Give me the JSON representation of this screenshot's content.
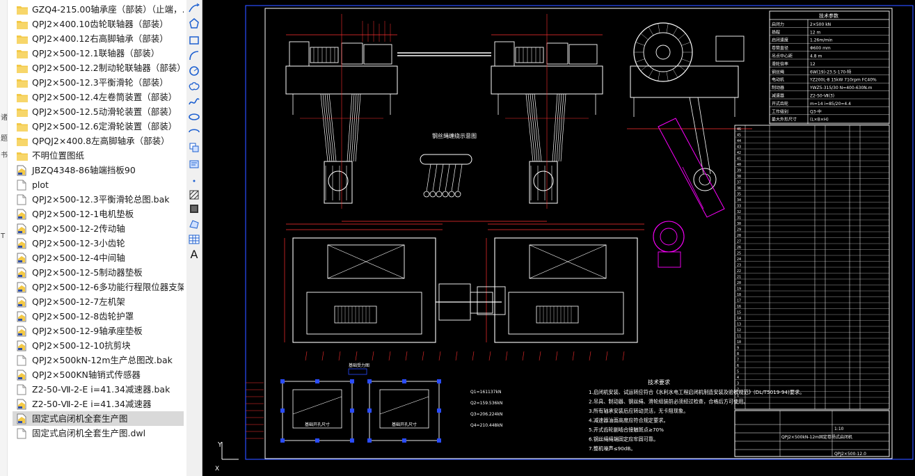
{
  "sidebar": {
    "edge_chars": [
      "诸",
      "题",
      "书",
      "T"
    ],
    "files": [
      {
        "name": "GZQ4-215.00轴承座（部装）（止端，…",
        "type": "folder"
      },
      {
        "name": "QPJ2×400.10齿轮联轴器（部装）",
        "type": "folder"
      },
      {
        "name": "QPJ2×400.12右高脚轴承（部装）",
        "type": "folder"
      },
      {
        "name": "QPJ2×500-12.1联轴器（部装）",
        "type": "folder"
      },
      {
        "name": "QPJ2×500-12.2制动轮联轴器（部装）",
        "type": "folder"
      },
      {
        "name": "QPJ2×500-12.3平衡滑轮（部装）",
        "type": "folder"
      },
      {
        "name": "QPJ2×500-12.4左卷筒装置（部装）",
        "type": "folder"
      },
      {
        "name": "QPJ2×500-12.5动滑轮装置（部装）",
        "type": "folder"
      },
      {
        "name": "QPJ2×500-12.6定滑轮装置（部装）",
        "type": "folder"
      },
      {
        "name": "QPQJ2×400.8左高脚轴承（部装）",
        "type": "folder"
      },
      {
        "name": "不明位置图纸",
        "type": "folder"
      },
      {
        "name": "JBZQ4348-86轴端挡板90",
        "type": "dwg"
      },
      {
        "name": "plot",
        "type": "file"
      },
      {
        "name": "QPJ2×500-12.3平衡滑轮总图.bak",
        "type": "file"
      },
      {
        "name": "QPJ2×500-12-1电机垫板",
        "type": "dwg"
      },
      {
        "name": "QPJ2×500-12-2传动轴",
        "type": "dwg"
      },
      {
        "name": "QPJ2×500-12-3小齿轮",
        "type": "dwg"
      },
      {
        "name": "QPJ2×500-12-4中间轴",
        "type": "dwg"
      },
      {
        "name": "QPJ2×500-12-5制动器垫板",
        "type": "dwg"
      },
      {
        "name": "QPJ2×500-12-6多功能行程限位器支架",
        "type": "dwg"
      },
      {
        "name": "QPJ2×500-12-7左机架",
        "type": "dwg"
      },
      {
        "name": "QPJ2×500-12-8齿轮护罩",
        "type": "dwg"
      },
      {
        "name": "QPJ2×500-12-9轴承座垫板",
        "type": "dwg"
      },
      {
        "name": "QPJ2×500-12-10抗剪块",
        "type": "dwg"
      },
      {
        "name": "QPJ2×500kN-12m生产总图改.bak",
        "type": "file"
      },
      {
        "name": "QPJ2×500KN轴销式传感器",
        "type": "dwg"
      },
      {
        "name": "Z2-50-Ⅶ-2-E i=41.34减速器.bak",
        "type": "file"
      },
      {
        "name": "Z2-50-Ⅶ-2-E i=41.34减速器",
        "type": "dwg"
      },
      {
        "name": "固定式启闭机全套生产图",
        "type": "dwg",
        "selected": true
      },
      {
        "name": "固定式启闭机全套生产图.dwl",
        "type": "file"
      }
    ]
  },
  "toolbar": {
    "tools": [
      "polyline-tool",
      "polygon-tool",
      "rectangle-tool",
      "arc-tool",
      "circle-tool",
      "revision-cloud-tool",
      "spline-tool",
      "ellipse-tool",
      "ellipse-arc-tool",
      "insert-block-tool",
      "make-block-tool",
      "point-tool",
      "hatch-tool",
      "gradient-tool",
      "region-tool",
      "table-tool",
      "text-tool"
    ],
    "text_tool_label": "A"
  },
  "drawing": {
    "colors": {
      "background": "#000000",
      "lines": "#ffffff",
      "dims": "#ff3030",
      "frame": "#2a4cff",
      "magenta": "#ff00ff",
      "yellow": "#ffff44"
    },
    "section_title": "钢丝绳缠绕示意图",
    "load_table_title": "基础受力图",
    "base_caption": "基础开孔尺寸",
    "loads": [
      "Q1=161137kN",
      "Q2=159.536kN",
      "Q3=206.224kN",
      "Q4=210.448kN"
    ],
    "notes_title": "技术要求",
    "notes": [
      "1.启闭机安装、试运转应符合《水利水电工程启闭机制造安装及验收规范》(DL/T5019-94)要求。",
      "2.吊具、制动器、钢丝绳、滑轮组装前必须经过检查，合格后方可使用。",
      "3.所有轴承安装后应转动灵活，无卡阻现象。",
      "4.减速器油面高度应符合规定要求。",
      "5.开式齿轮副啮合接触斑点≥70%",
      "6.钢丝绳绳端固定应牢固可靠。",
      "7.整机噪声≤90dB。"
    ],
    "spec_title": "技术参数",
    "spec_rows": [
      [
        "启闭力",
        "2×500 kN"
      ],
      [
        "扬程",
        "12 m"
      ],
      [
        "启闭速度",
        "1.26m/min"
      ],
      [
        "卷筒直径",
        "Φ600 mm"
      ],
      [
        "吊点中心距",
        "4.8 m"
      ],
      [
        "滑轮倍率",
        "12"
      ],
      [
        "钢丝绳",
        "6W(19)-23.5-170-特"
      ],
      [
        "电动机",
        "YZ200L-8 15kW 710rpm FC40%"
      ],
      [
        "制动器",
        "YWZ5-315/30 N=400-630N.m"
      ],
      [
        "减速器",
        "Z2-50-Ⅶ(3)"
      ],
      [
        "开式齿轮",
        "m=14 i=85/20=4.4"
      ],
      [
        "工作级别",
        "Q3-中"
      ],
      [
        "最大外形尺寸",
        "(L×B×H)"
      ]
    ],
    "title_block": {
      "drawing_no": "QPJ2×500-12.0",
      "name": "QPJ2×500kN-12m固定卷扬式启闭机",
      "scale": "1:10"
    }
  }
}
